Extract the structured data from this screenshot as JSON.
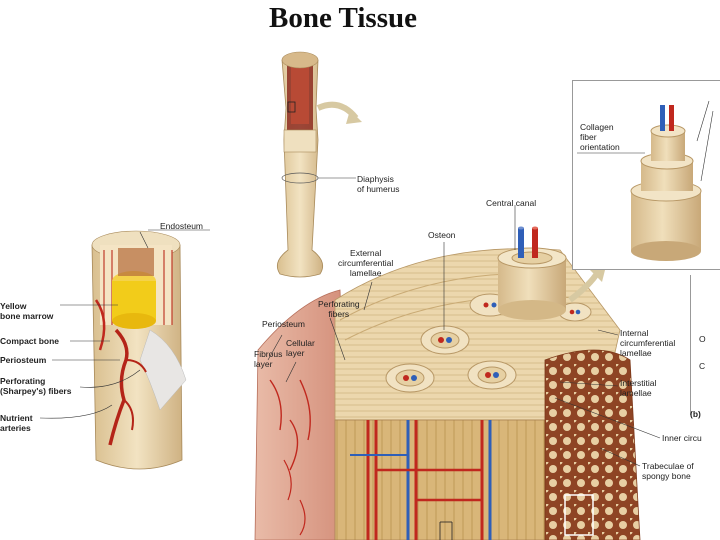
{
  "title": "Bone Tissue",
  "labels": {
    "endosteum": "Endosteum",
    "yellow_marrow": "Yellow\nbone marrow",
    "compact_bone": "Compact  bone",
    "periosteum_left": "Periosteum",
    "perforating_sharpeys": "Perforating\n(Sharpey's)  fibers",
    "nutrient_arteries": "Nutrient\narteries",
    "diaphysis": "Diaphysis\nof humerus",
    "central_canal": "Central canal",
    "osteon": "Osteon",
    "external_lamellae": "External\ncircumferential\nlamellae",
    "perforating_fibers": "Perforating\nfibers",
    "periosteum": "Periosteum",
    "fibrous_layer": "Fibrous\nlayer",
    "cellular_layer": "Cellular\nlayer",
    "collagen": "Collagen\nfiber\norientation",
    "internal_lamellae": "Internal\ncircumferential\nlamellae",
    "interstitial": "Interstitial\nlamellae",
    "panel_b": "(b)",
    "inner_circ": "Inner circu",
    "trabeculae": "Trabeculae of\nspongy bone",
    "edge_o1": "O",
    "edge_o2": "C"
  },
  "colors": {
    "bone": "#e8d2a6",
    "bone_dark": "#c9a672",
    "marrow": "#f2cc1a",
    "artery": "#c0281e",
    "vein": "#2f5fb8",
    "spongy": "#a8552e",
    "periosteum": "#d9a08c"
  }
}
